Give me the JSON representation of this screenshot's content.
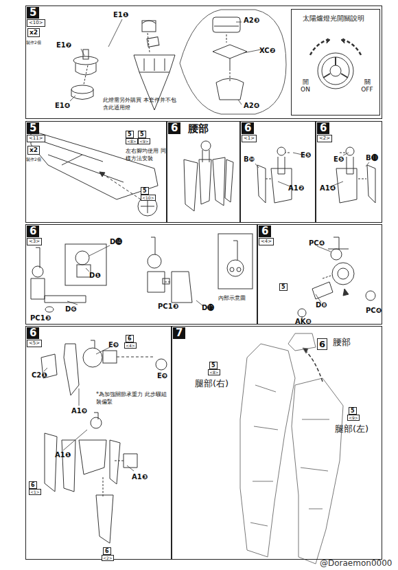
{
  "diagram": {
    "nodes": [
      {
        "text": [
          "5",
          "<10>"
        ]
      },
      {
        "text": [
          "太陽爐燈光開關說明",
          "開 ON",
          "關 OFF"
        ],
        "in": 0
      },
      {
        "text": [
          "5",
          "<11>"
        ]
      },
      {
        "text": [
          "6",
          "腰部"
        ]
      },
      {
        "text": [
          "6",
          "<1>"
        ]
      },
      {
        "text": [
          "6",
          "<2>"
        ]
      },
      {
        "text": [
          "6",
          "<3>"
        ]
      },
      {
        "text": [
          "6",
          "<4>"
        ]
      },
      {
        "text": [
          "6",
          "<5>"
        ]
      },
      {
        "text": [
          "7"
        ]
      }
    ],
    "labels": [
      "x2",
      "製作2個",
      "E1❶",
      "E1❼",
      "E1❹",
      "A2❸",
      "XC❷",
      "A2❹",
      "此燈需另外購買 本套件并不包含此通用燈",
      "x2",
      "製作2個",
      "5",
      "<8>",
      "5",
      "<9>",
      "左右腳均使用 同樣方法安裝",
      "5",
      "<10>",
      "E❺",
      "B❿",
      "A1❷",
      "E❺",
      "B⓫",
      "A1❹",
      "D⓮",
      "D❶",
      "D❻",
      "PC1❸",
      "PC1❸",
      "D⓭",
      "內部示意圖",
      "PC❹",
      "PC❹",
      "D❽",
      "AK❽",
      "5",
      "C2❶",
      "E❾",
      "E❾",
      "A1❾",
      "6",
      "<4>",
      "*為加強關節承重力 此步驟組裝偏緊",
      "A1❶",
      "A1❸",
      "6",
      "<1>",
      "6",
      "<2>",
      "6",
      "腰部",
      "5",
      "<8>",
      "腿部(右)",
      "5",
      "<9>",
      "腿部(左)",
      "@Doraemon0000"
    ]
  }
}
